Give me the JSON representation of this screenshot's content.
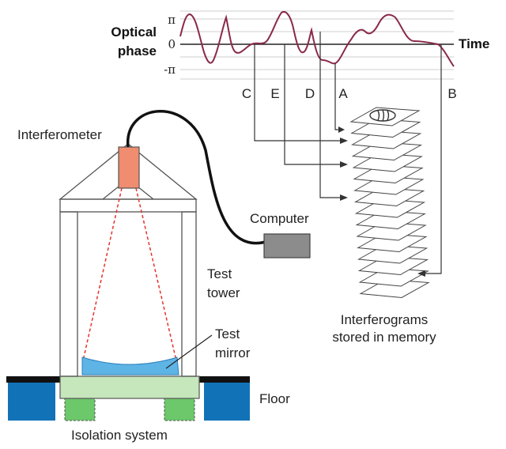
{
  "graph": {
    "y_title_line1": "Optical",
    "y_title_line2": "phase",
    "x_label": "Time",
    "ticks": {
      "pi": "π",
      "zero": "0",
      "neg_pi": "-π"
    },
    "markers": [
      "C",
      "E",
      "D",
      "A",
      "B"
    ]
  },
  "labels": {
    "interferometer": "Interferometer",
    "computer": "Computer",
    "test_tower_line1": "Test",
    "test_tower_line2": "tower",
    "test_mirror_line1": "Test",
    "test_mirror_line2": "mirror",
    "floor": "Floor",
    "isolation": "Isolation system",
    "interferograms_line1": "Interferograms",
    "interferograms_line2": "stored in memory"
  },
  "colors": {
    "phase_curve": "#8a2a4a",
    "interferometer": "#f08c70",
    "computer": "#8c8c8c",
    "mirror": "#5fb4e6",
    "table": "#c6e6bc",
    "isolator": "#6cc86a",
    "floor_block": "#1272b8",
    "beam": "#e8312a"
  }
}
